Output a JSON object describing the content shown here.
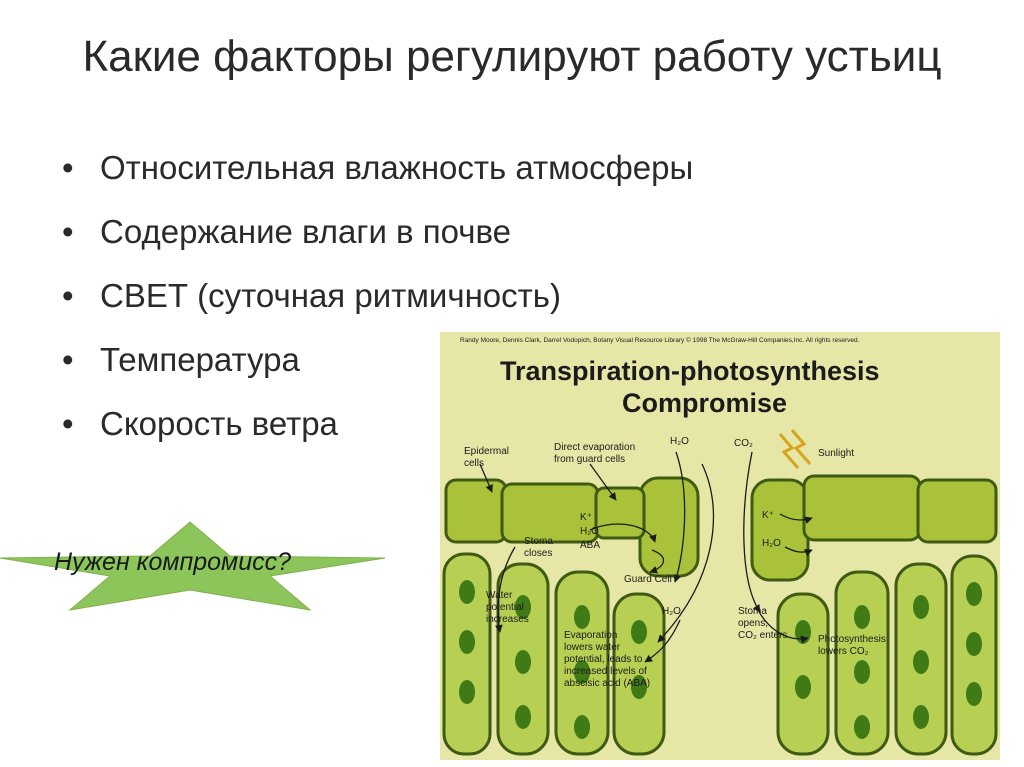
{
  "slide": {
    "title": "Какие факторы регулируют работу устьиц",
    "bullets": [
      "Относительная влажность атмосферы",
      "Содержание влаги в почве",
      "СВЕТ (суточная ритмичность)",
      "Температура",
      "Скорость ветра"
    ],
    "bullet_symbol": "•",
    "callout": "Нужен компромисс?",
    "star_color": "#8cc55a"
  },
  "figure": {
    "credit": "Randy Moore, Dennis Clark, Darrel Vodopich, Botany Visual Resource Library © 1998 The McGraw-Hill Companies,Inc. All rights reserved.",
    "title_line1": "Transpiration-photosynthesis",
    "title_line2": "Compromise",
    "labels": {
      "epidermal_1": "Epidermal",
      "epidermal_2": "cells",
      "direct_1": "Direct evaporation",
      "direct_2": "from guard cells",
      "h2o_top": "H₂O",
      "co2": "CO₂",
      "sunlight": "Sunlight",
      "k_left": "K⁺",
      "h2o_left": "H₂O",
      "aba": "ABA",
      "stoma_closes_1": "Stoma",
      "stoma_closes_2": "closes",
      "guard_cell": "Guard Cell",
      "water_1": "Water",
      "water_2": "potential",
      "water_3": "increases",
      "h2o_mid": "H₂O",
      "evap_1": "Evaporation",
      "evap_2": "lowers water",
      "evap_3": "potential, leads to",
      "evap_4": "increased levels of",
      "evap_5": "abscisic acid (ABA)",
      "k_right": "K⁺",
      "h2o_right": "H₂O",
      "stoma_opens_1": "Stoma",
      "stoma_opens_2": "opens,",
      "stoma_opens_3": "CO₂ enters",
      "photo_1": "Photosynthesis",
      "photo_2": "lowers CO₂"
    },
    "colors": {
      "background": "#e6e7a6",
      "cell_fill": "#a9c23a",
      "cell_stroke": "#3f5a12",
      "chloroplast": "#3f7a16",
      "mesophyll_fill": "#b7cf52"
    }
  }
}
